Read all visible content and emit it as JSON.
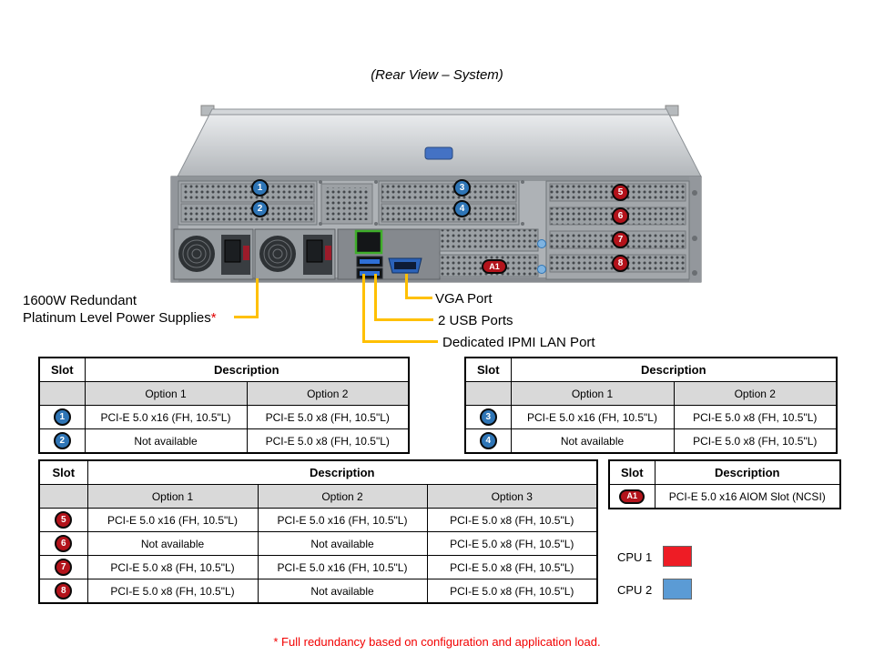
{
  "title": "(Rear View – System)",
  "figure": {
    "slot_badges": [
      "1",
      "2",
      "3",
      "4",
      "5",
      "6",
      "7",
      "8"
    ],
    "aiom_badge": "A1"
  },
  "callouts": {
    "psu_line1": "1600W Redundant",
    "psu_line2": "Platinum Level Power Supplies",
    "psu_star": "*",
    "vga": "VGA Port",
    "usb": "2 USB Ports",
    "ipmi": "Dedicated IPMI  LAN Port"
  },
  "tables": {
    "headers": {
      "slot": "Slot",
      "description": "Description"
    },
    "t12": {
      "options": [
        "Option 1",
        "Option 2"
      ],
      "rows": [
        {
          "slot": "1",
          "cells": [
            "PCI-E 5.0 x16 (FH, 10.5\"L)",
            "PCI-E 5.0 x8 (FH, 10.5\"L)"
          ]
        },
        {
          "slot": "2",
          "cells": [
            "Not available",
            "PCI-E 5.0 x8 (FH, 10.5\"L)"
          ]
        }
      ]
    },
    "t34": {
      "options": [
        "Option 1",
        "Option 2"
      ],
      "rows": [
        {
          "slot": "3",
          "cells": [
            "PCI-E 5.0 x16 (FH, 10.5\"L)",
            "PCI-E 5.0 x8 (FH, 10.5\"L)"
          ]
        },
        {
          "slot": "4",
          "cells": [
            "Not available",
            "PCI-E 5.0 x8 (FH, 10.5\"L)"
          ]
        }
      ]
    },
    "t58": {
      "options": [
        "Option 1",
        "Option 2",
        "Option 3"
      ],
      "rows": [
        {
          "slot": "5",
          "cells": [
            "PCI-E 5.0 x16 (FH, 10.5\"L)",
            "PCI-E 5.0 x16 (FH, 10.5\"L)",
            "PCI-E 5.0 x8 (FH, 10.5\"L)"
          ]
        },
        {
          "slot": "6",
          "cells": [
            "Not available",
            "Not available",
            "PCI-E 5.0 x8 (FH, 10.5\"L)"
          ]
        },
        {
          "slot": "7",
          "cells": [
            "PCI-E 5.0 x8 (FH, 10.5\"L)",
            "PCI-E 5.0 x16 (FH, 10.5\"L)",
            "PCI-E 5.0 x8 (FH, 10.5\"L)"
          ]
        },
        {
          "slot": "8",
          "cells": [
            "PCI-E 5.0 x8 (FH, 10.5\"L)",
            "Not available",
            "PCI-E 5.0 x8 (FH, 10.5\"L)"
          ]
        }
      ]
    },
    "ta1": {
      "rows": [
        {
          "slot": "A1",
          "cells": [
            "PCI-E 5.0 x16 AIOM Slot (NCSI)"
          ]
        }
      ]
    }
  },
  "legend": {
    "cpu1": "CPU 1",
    "cpu2": "CPU 2",
    "cpu1_color": "#ee1c25",
    "cpu2_color": "#5b9bd5"
  },
  "footnote": "* Full redundancy based on configuration and application load.",
  "colors": {
    "callout_line": "#ffc000",
    "slot_badge_blue": "#2e75b6",
    "slot_badge_red": "#b3131b",
    "table_subheader_gray": "#d9d9d9",
    "footnote_red": "#f20000"
  }
}
